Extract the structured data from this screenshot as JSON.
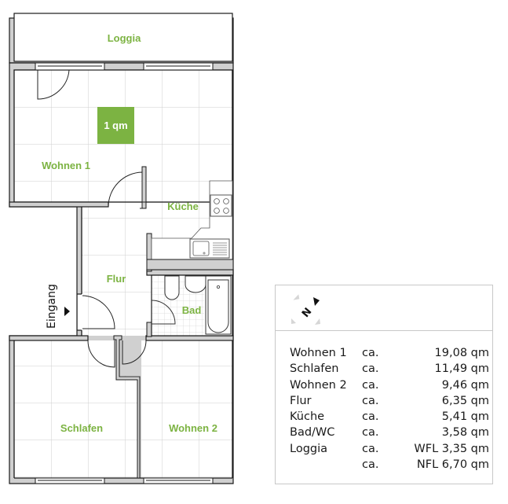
{
  "plan": {
    "rooms": {
      "loggia": "Loggia",
      "wohnen1": "Wohnen 1",
      "kueche": "Küche",
      "flur": "Flur",
      "bad": "Bad",
      "schlafen": "Schlafen",
      "wohnen2": "Wohnen 2"
    },
    "scale_marker": "1 qm",
    "entrance_label": "Eingang"
  },
  "colors": {
    "accent_green": "#7cb342",
    "wall_fill": "#d0d0d0",
    "wall_line": "#1a1a1a",
    "grid": "#cfcfcf"
  },
  "legend": {
    "compass_label": "N",
    "compass_icon": "north-arrow-icon",
    "rows": [
      {
        "room": "Wohnen 1",
        "ca": "ca.",
        "value": "19,08 qm"
      },
      {
        "room": "Schlafen",
        "ca": "ca.",
        "value": "11,49 qm"
      },
      {
        "room": "Wohnen 2",
        "ca": "ca.",
        "value": "9,46 qm"
      },
      {
        "room": "Flur",
        "ca": "ca.",
        "value": "6,35 qm"
      },
      {
        "room": "Küche",
        "ca": "ca.",
        "value": "5,41 qm"
      },
      {
        "room": "Bad/WC",
        "ca": "ca.",
        "value": "3,58 qm"
      },
      {
        "room": "Loggia",
        "ca": "ca.",
        "value": "WFL 3,35 qm"
      },
      {
        "room": "",
        "ca": "ca.",
        "value": "NFL 6,70 qm"
      }
    ]
  }
}
